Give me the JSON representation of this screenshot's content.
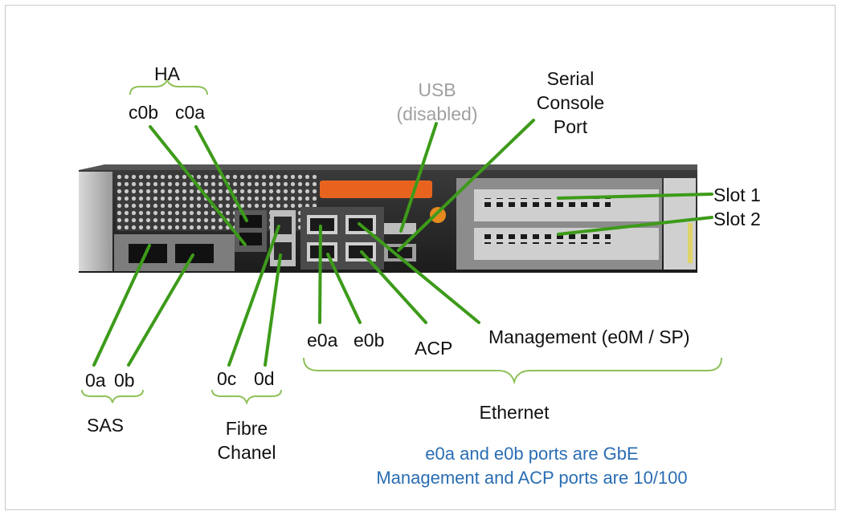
{
  "labels": {
    "ha": "HA",
    "c0b": "c0b",
    "c0a": "c0a",
    "usb": "USB",
    "usb_sub": "(disabled)",
    "serial_line1": "Serial",
    "serial_line2": "Console",
    "serial_line3": "Port",
    "slot1": "Slot 1",
    "slot2": "Slot 2",
    "e0a": "e0a",
    "e0b": "e0b",
    "acp": "ACP",
    "management": "Management (e0M / SP)",
    "port_0a": "0a",
    "port_0b": "0b",
    "port_0c": "0c",
    "port_0d": "0d",
    "sas": "SAS",
    "fibre_line1": "Fibre",
    "fibre_line2": "Chanel",
    "ethernet": "Ethernet"
  },
  "notes": {
    "line1": "e0a and e0b ports are GbE",
    "line2": "Management and ACP ports are 10/100"
  },
  "colors": {
    "leader": "#3d9b1a",
    "bracket": "#8fc15a",
    "note_text": "#2a6db3",
    "chassis": "#2b2b2b",
    "pull_tab": "#e8641e"
  }
}
